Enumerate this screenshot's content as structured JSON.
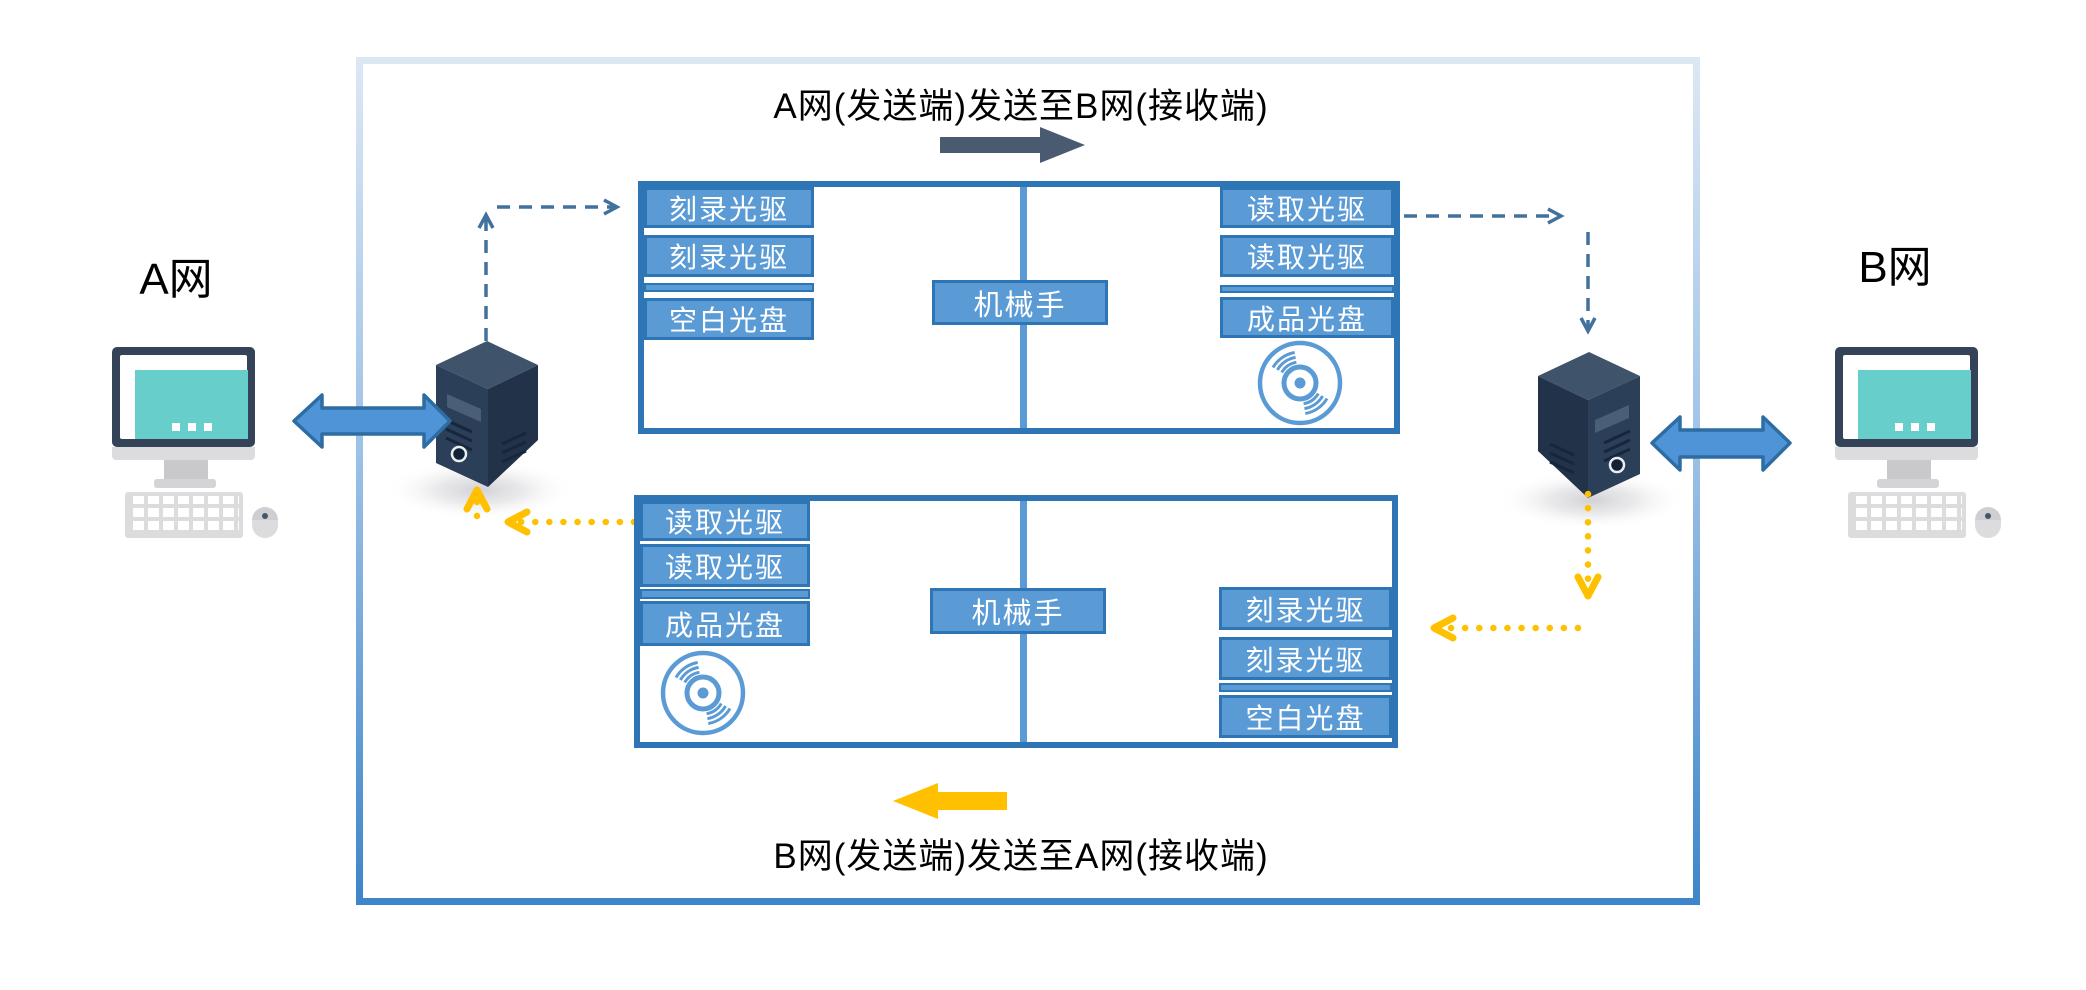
{
  "networks": {
    "a": {
      "label": "A网"
    },
    "b": {
      "label": "B网"
    }
  },
  "flows": {
    "a_to_b": {
      "title": "A网(发送端)发送至B网(接收端)",
      "direction": "right",
      "arrow_color": "#4A5A70"
    },
    "b_to_a": {
      "title": "B网(发送端)发送至A网(接收端)",
      "direction": "left",
      "arrow_color": "#FFC000"
    }
  },
  "chambers": {
    "top": {
      "left_slots": [
        "刻录光驱",
        "刻录光驱",
        "空白光盘"
      ],
      "robot_arm": "机械手",
      "right_slots": [
        "读取光驱",
        "读取光驱",
        "成品光盘"
      ]
    },
    "bottom": {
      "left_slots": [
        "读取光驱",
        "读取光驱",
        "成品光盘"
      ],
      "robot_arm": "机械手",
      "right_slots": [
        "刻录光驱",
        "刻录光驱",
        "空白光盘"
      ]
    }
  },
  "icons": {
    "workstation": "desktop-computer-icon",
    "server": "server-tower-icon",
    "disc": "optical-disc-icon",
    "exchange": "double-headed-arrow-icon"
  },
  "palette": {
    "slot_fill": "#5B9BD5",
    "slot_border": "#2E75B6",
    "chamber_border": "#2E75B6",
    "divider": "#5B9BD5",
    "dashed_route": "#41719C",
    "dotted_route": "#FFC000",
    "flow_arrow_dark": "#4A5A70",
    "flow_arrow_yellow": "#FFC000",
    "double_arrow_fill": "#4E94D6",
    "double_arrow_border": "#2E6DA4",
    "screen_teal": "#68CECC",
    "device_dark": "#344358",
    "device_gray": "#DCDCDE",
    "outer_border_top": "#DCE7F4",
    "outer_border_bottom": "#3E86C9",
    "disc_icon": "#5B9BD5"
  }
}
